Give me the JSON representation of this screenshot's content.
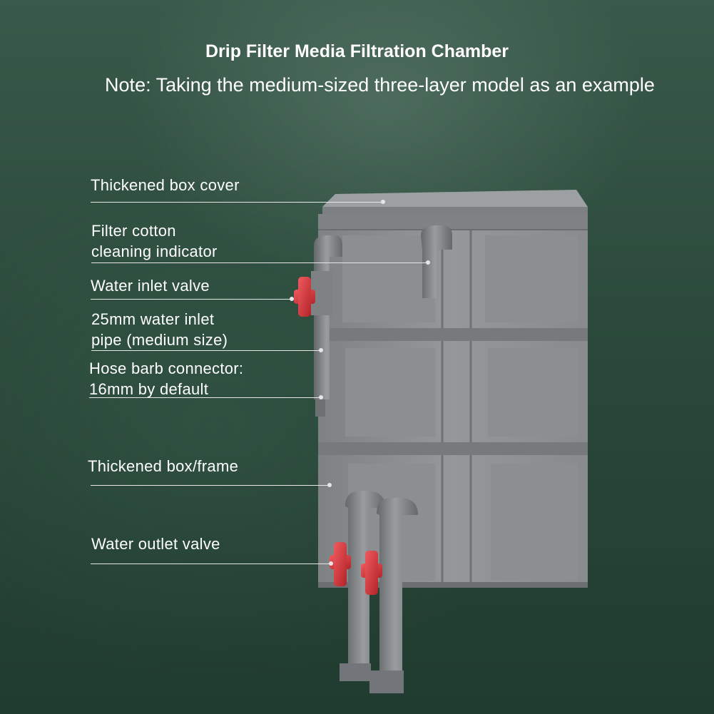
{
  "header": {
    "title": "Drip Filter Media Filtration Chamber",
    "note": "Note: Taking the medium-sized three-layer model as an example"
  },
  "callouts": [
    {
      "id": "box-cover",
      "lines": [
        "Thickened box cover"
      ]
    },
    {
      "id": "cleaning-indicator",
      "lines": [
        "Filter cotton",
        "cleaning indicator"
      ]
    },
    {
      "id": "inlet-valve",
      "lines": [
        "Water inlet valve"
      ]
    },
    {
      "id": "inlet-pipe",
      "lines": [
        "25mm water inlet",
        "pipe (medium size)"
      ]
    },
    {
      "id": "hose-barb",
      "lines": [
        "Hose barb connector:",
        "16mm by default"
      ]
    },
    {
      "id": "box-frame",
      "lines": [
        "Thickened box/frame"
      ]
    },
    {
      "id": "outlet-valve",
      "lines": [
        "Water outlet valve"
      ]
    }
  ],
  "colors": {
    "background": "#2b4a3b",
    "box": "#8d8f91",
    "pipe": "#7b7d80",
    "valve": "#d8343a",
    "text": "#ffffff"
  }
}
